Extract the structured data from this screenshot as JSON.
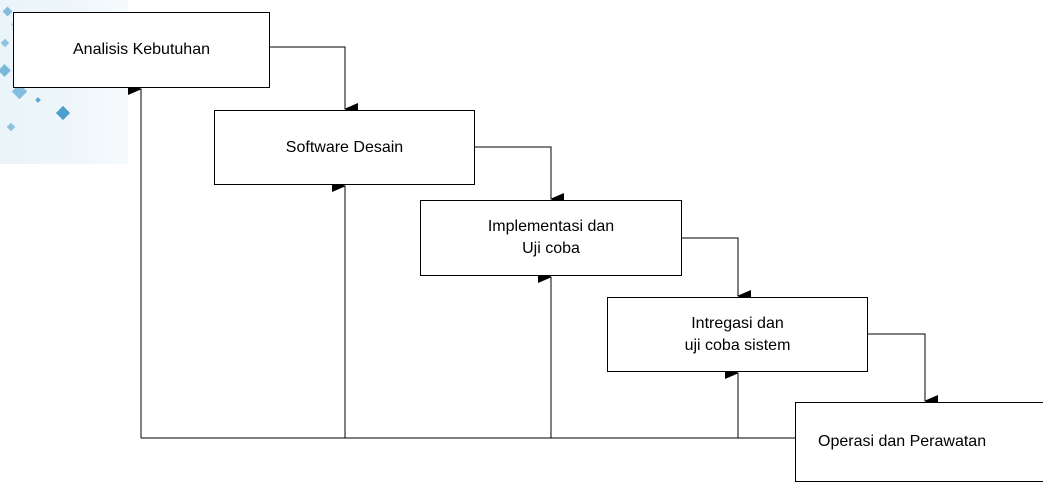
{
  "diagram": {
    "steps": [
      {
        "id": "analisis",
        "label": "Analisis Kebutuhan"
      },
      {
        "id": "desain",
        "label": "Software Desain"
      },
      {
        "id": "implementasi",
        "label": "Implementasi dan\nUji coba"
      },
      {
        "id": "integrasi",
        "label": "Intregasi dan\nuji coba sistem"
      },
      {
        "id": "operasi",
        "label": "Operasi dan Perawatan"
      }
    ],
    "forward_flow": [
      "analisis",
      "desain",
      "implementasi",
      "integrasi",
      "operasi"
    ],
    "feedback_from": "operasi",
    "feedback_to": [
      "analisis",
      "desain",
      "implementasi",
      "integrasi"
    ],
    "line_color": "#000000",
    "box_border_color": "#000000"
  }
}
